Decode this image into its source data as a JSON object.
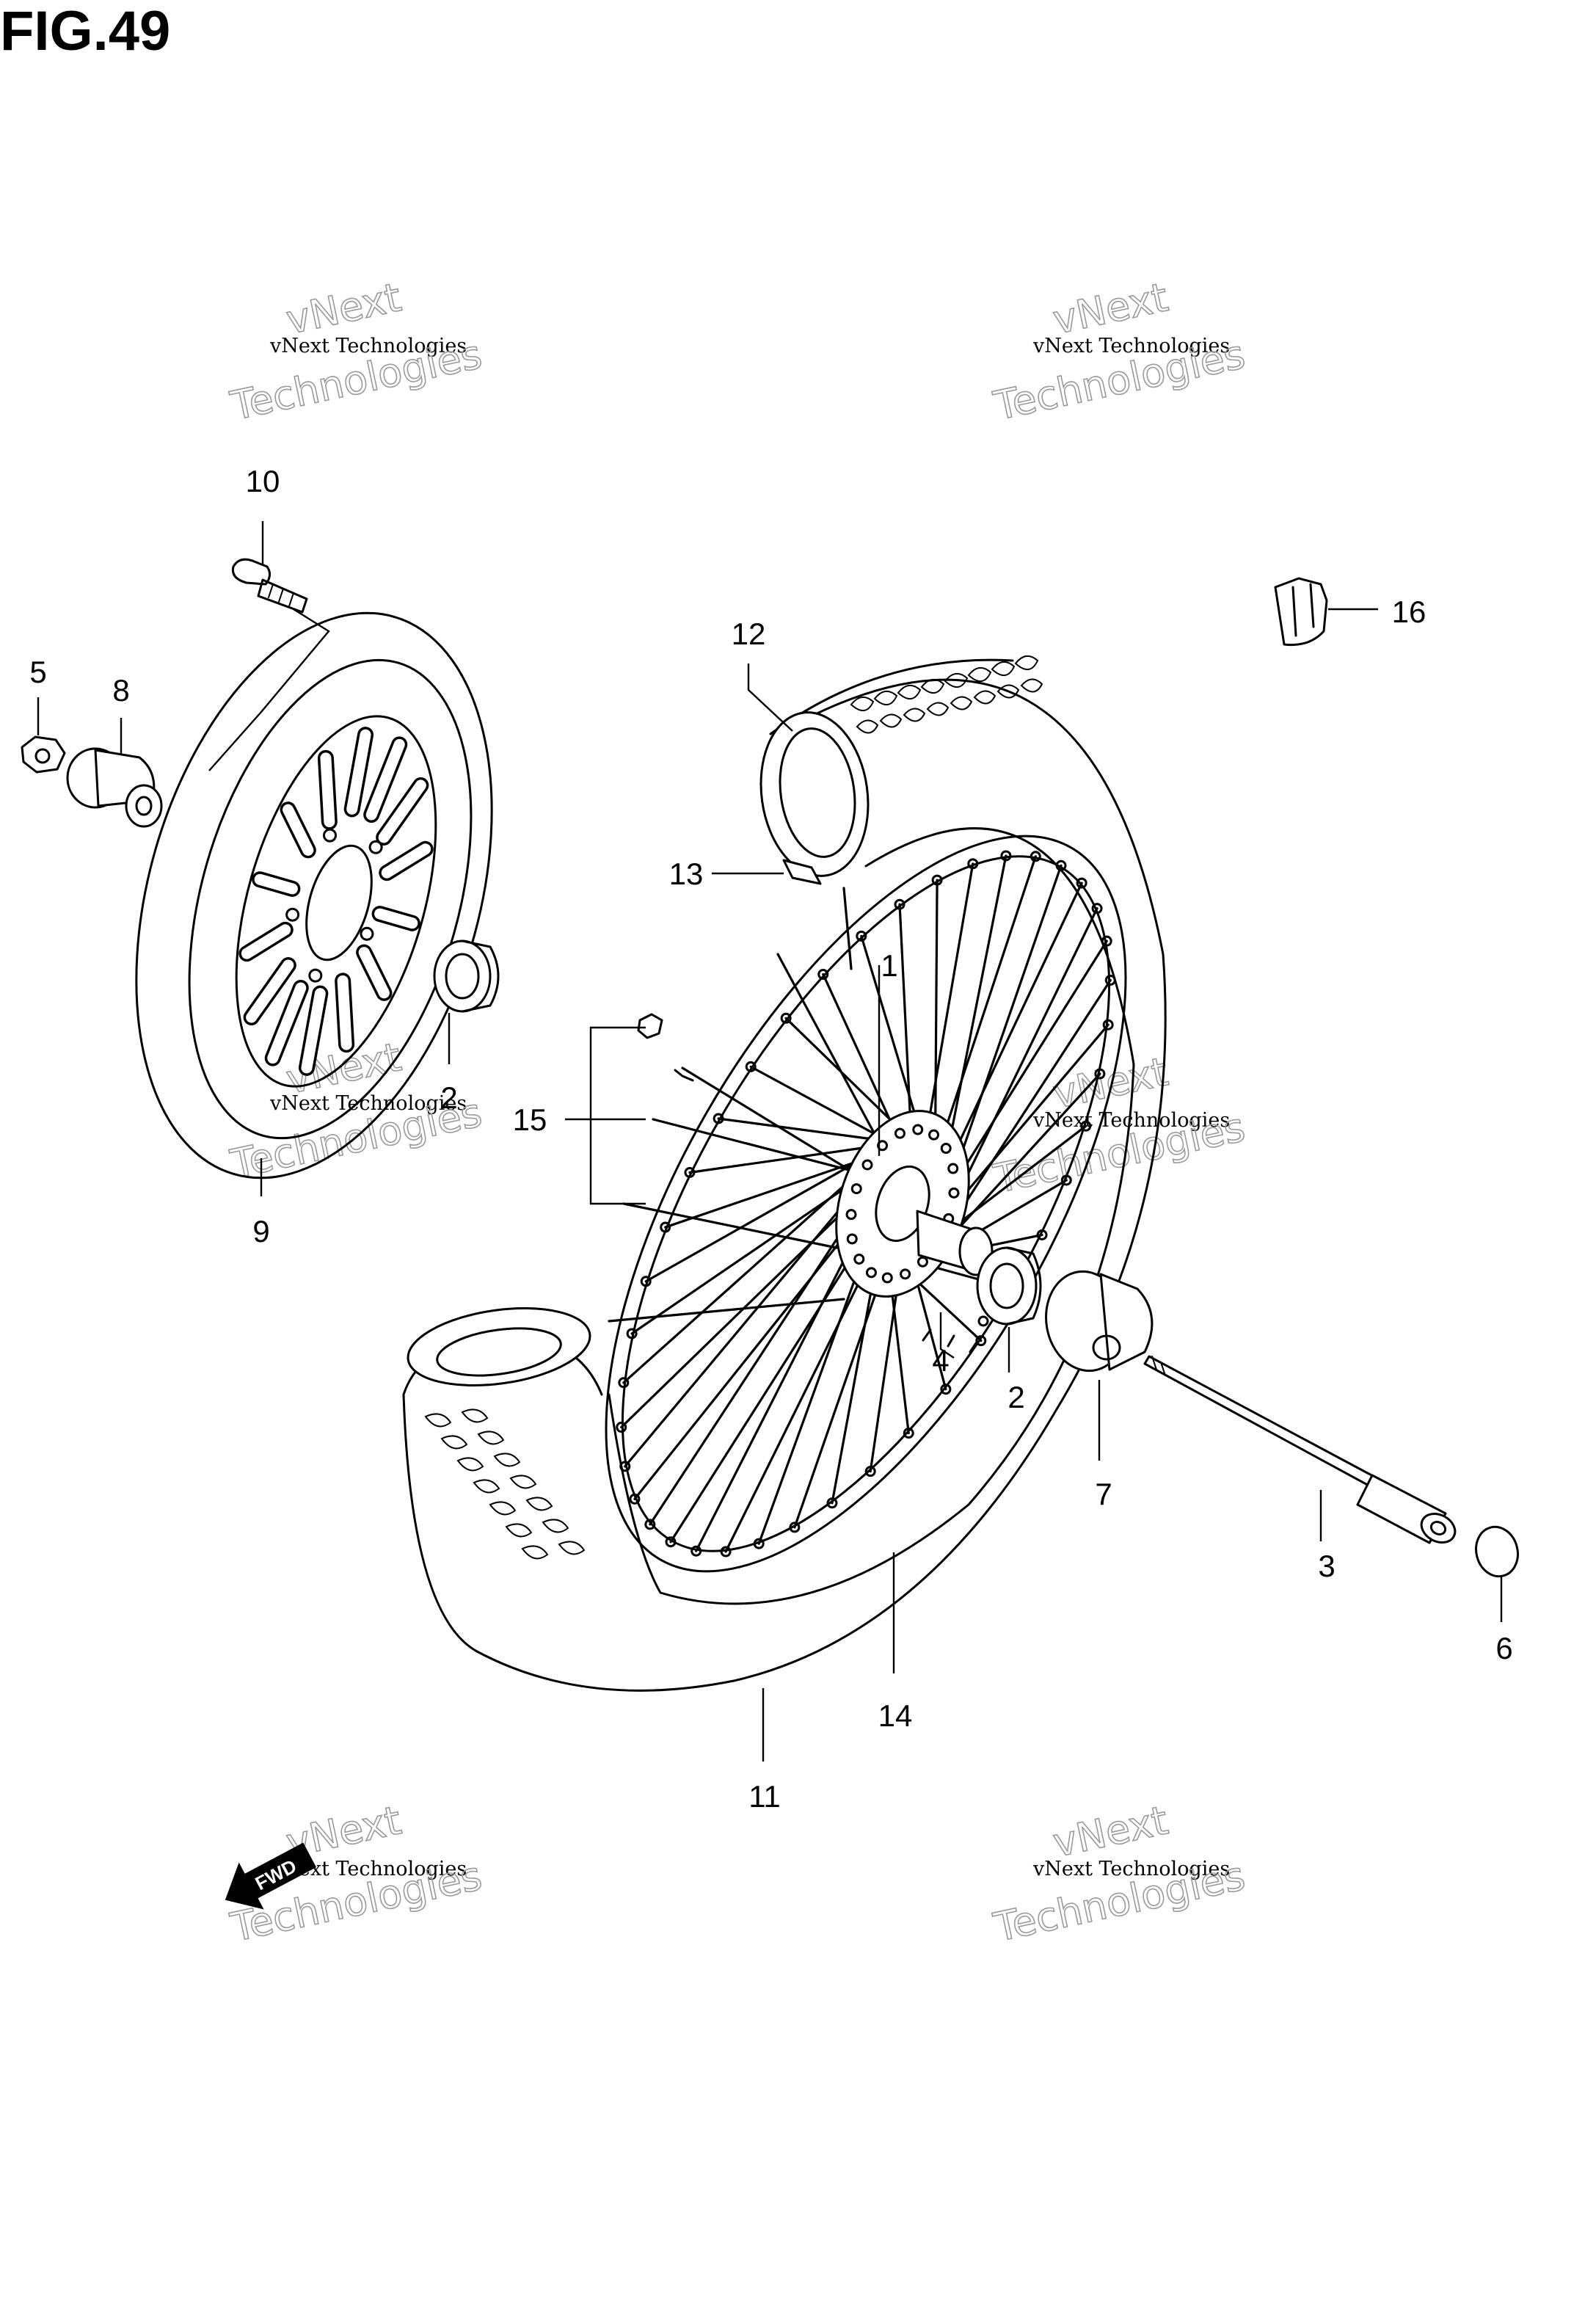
{
  "figure": {
    "title": "FIG.49"
  },
  "watermark": {
    "line1": "vNext Technologies",
    "line2": "vNext",
    "line3": "Technologies"
  },
  "fwd_label": "FWD",
  "callouts": [
    {
      "id": "1",
      "label": "1"
    },
    {
      "id": "2a",
      "label": "2"
    },
    {
      "id": "2b",
      "label": "2"
    },
    {
      "id": "3",
      "label": "3"
    },
    {
      "id": "4",
      "label": "4"
    },
    {
      "id": "5",
      "label": "5"
    },
    {
      "id": "6",
      "label": "6"
    },
    {
      "id": "7",
      "label": "7"
    },
    {
      "id": "8",
      "label": "8"
    },
    {
      "id": "9",
      "label": "9"
    },
    {
      "id": "10",
      "label": "10"
    },
    {
      "id": "11",
      "label": "11"
    },
    {
      "id": "12",
      "label": "12"
    },
    {
      "id": "13",
      "label": "13"
    },
    {
      "id": "14",
      "label": "14"
    },
    {
      "id": "15",
      "label": "15"
    },
    {
      "id": "16",
      "label": "16"
    }
  ]
}
